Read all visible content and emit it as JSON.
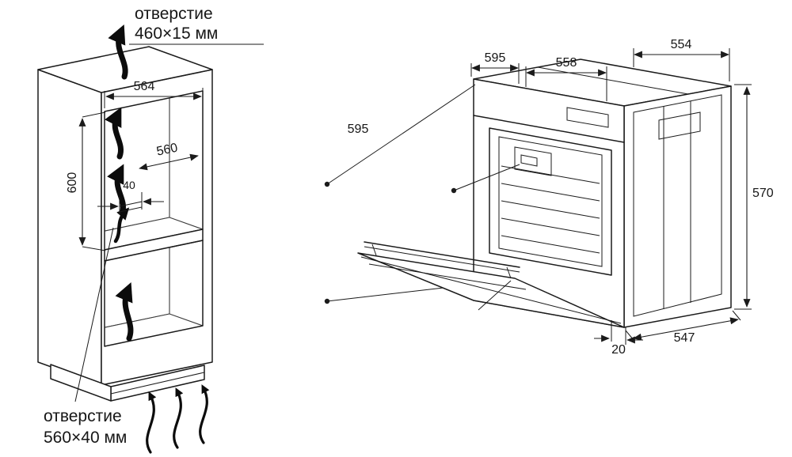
{
  "colors": {
    "line": "#1b1b1b",
    "background": "#ffffff"
  },
  "cabinet_diagram": {
    "top_opening_label": {
      "line1": "отверстие",
      "line2": "460×15 мм"
    },
    "bottom_opening_label": {
      "line1": "отверстие",
      "line2": "560×40 мм"
    },
    "dimensions": {
      "width": "564",
      "depth": "560",
      "height": "600",
      "gap": "40"
    }
  },
  "oven_diagram": {
    "dimensions": {
      "top_left": "595",
      "top_middle": "558",
      "top_right": "554",
      "left_side": "595",
      "right_side": "570",
      "bottom_offset": "20",
      "bottom_depth": "547"
    }
  }
}
